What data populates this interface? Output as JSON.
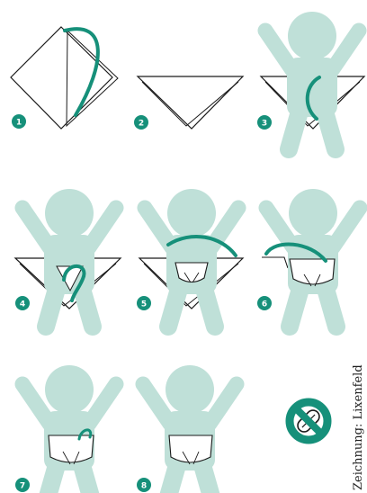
{
  "steps": [
    {
      "number": "1"
    },
    {
      "number": "2"
    },
    {
      "number": "3"
    },
    {
      "number": "4"
    },
    {
      "number": "5"
    },
    {
      "number": "6"
    },
    {
      "number": "7"
    },
    {
      "number": "8"
    }
  ],
  "credit": "Zeichnung: Lixenfeld",
  "symbols": {
    "no_safety_pin": "no-safety-pin-icon"
  },
  "colors": {
    "baby": "#bfe0d8",
    "accent": "#16907a",
    "badge": "#16907a",
    "line": "#1a1a1a"
  }
}
